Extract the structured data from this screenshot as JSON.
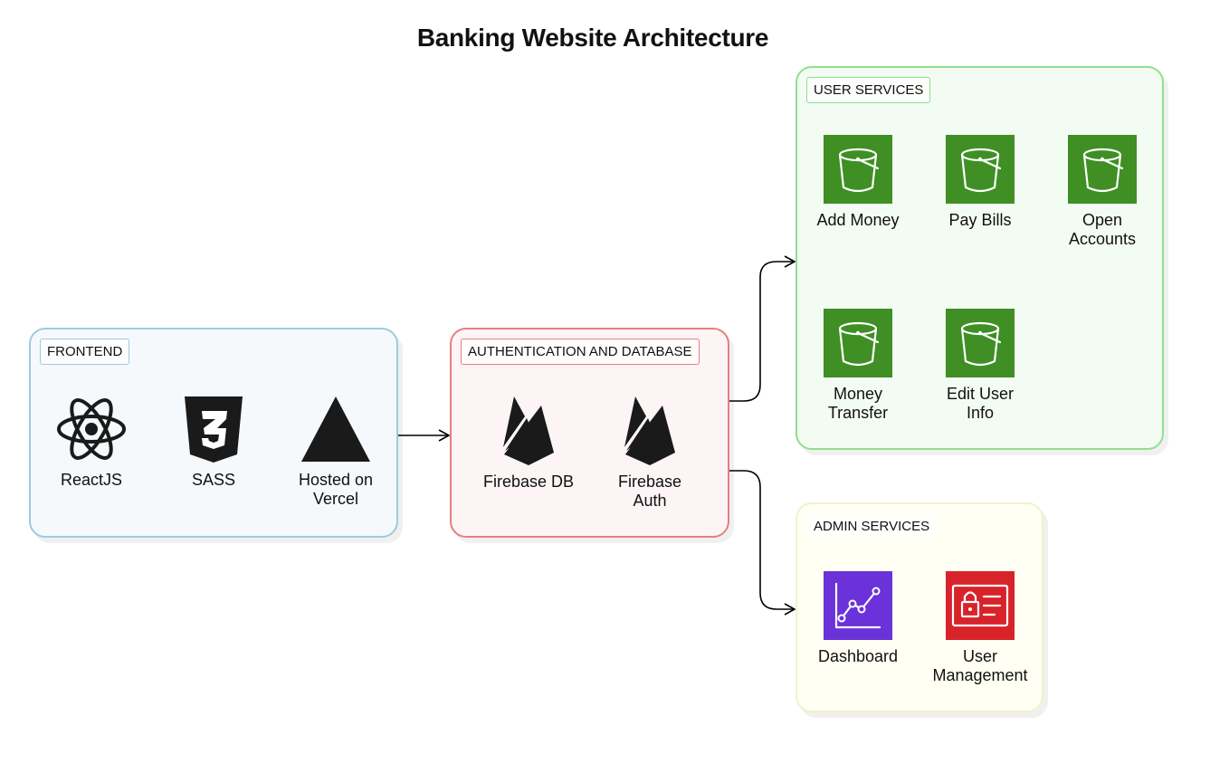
{
  "title": "Banking Website Architecture",
  "colors": {
    "frontend": {
      "border": "#9ccbe0",
      "fill": "#f5f9fc"
    },
    "auth": {
      "border": "#e57f7f",
      "fill": "#fdf4f5"
    },
    "user": {
      "border": "#8ee08e",
      "fill": "#f3fcf2"
    },
    "admin": {
      "border": "#f2f2c9",
      "fill": "#fffff3"
    },
    "bucket": "#3f8f24",
    "dashboard": "#6a32d8",
    "user_management": "#d8232a"
  },
  "groups": {
    "frontend": {
      "label": "FRONTEND",
      "items": [
        {
          "label": "ReactJS",
          "icon": "react-icon"
        },
        {
          "label": "SASS",
          "icon": "css3-icon"
        },
        {
          "label": "Hosted on\nVercel",
          "icon": "vercel-icon"
        }
      ]
    },
    "auth": {
      "label": "AUTHENTICATION AND DATABASE",
      "items": [
        {
          "label": "Firebase DB",
          "icon": "firebase-icon"
        },
        {
          "label": "Firebase\nAuth",
          "icon": "firebase-icon"
        }
      ]
    },
    "user": {
      "label": "USER SERVICES",
      "items": [
        {
          "label": "Add Money",
          "icon": "bucket-icon"
        },
        {
          "label": "Pay Bills",
          "icon": "bucket-icon"
        },
        {
          "label": "Open\nAccounts",
          "icon": "bucket-icon"
        },
        {
          "label": "Money\nTransfer",
          "icon": "bucket-icon"
        },
        {
          "label": "Edit User\nInfo",
          "icon": "bucket-icon"
        }
      ]
    },
    "admin": {
      "label": "ADMIN SERVICES",
      "items": [
        {
          "label": "Dashboard",
          "icon": "dashboard-icon"
        },
        {
          "label": "User\nManagement",
          "icon": "user-management-icon"
        }
      ]
    }
  }
}
